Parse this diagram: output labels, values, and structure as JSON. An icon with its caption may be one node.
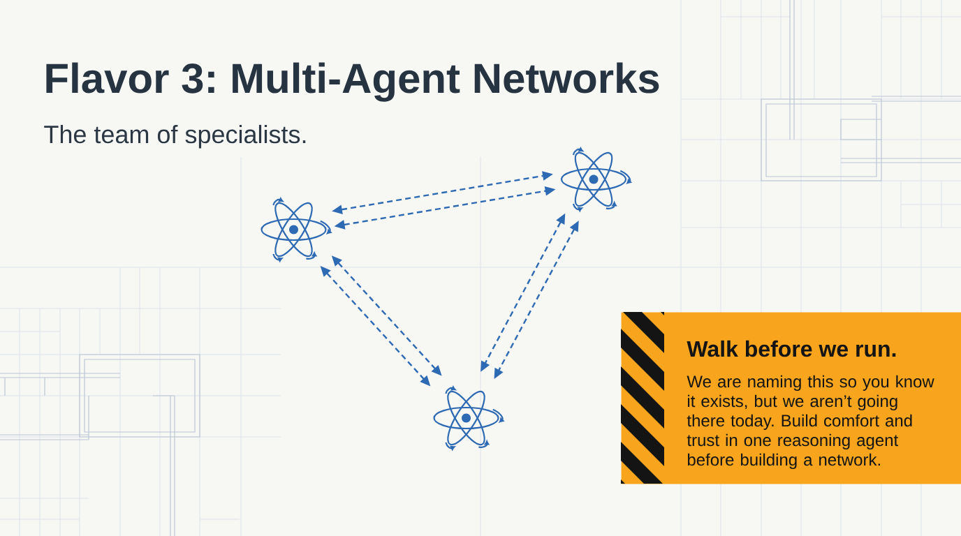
{
  "diagram": {
    "title": "Flavor 3: Multi-Agent Networks",
    "nodes": [
      {
        "text": [],
        "shape": "picture"
      },
      {
        "text": [],
        "shape": "picture"
      },
      {
        "text": [],
        "shape": "picture"
      },
      {
        "text": [
          "Walk before we run.",
          "We are naming this so you know it exists, but we aren’t going there today. Build comfort and trust in one reasoning agent before building a network."
        ]
      }
    ],
    "edges": [
      {
        "from": 0,
        "to": 1,
        "arrow": "both",
        "style": "dashed"
      },
      {
        "from": 0,
        "to": 1,
        "arrow": "both",
        "style": "dashed"
      },
      {
        "from": 0,
        "to": 2,
        "arrow": "both",
        "style": "dashed"
      },
      {
        "from": 0,
        "to": 2,
        "arrow": "both",
        "style": "dashed"
      },
      {
        "from": 1,
        "to": 2,
        "arrow": "both",
        "style": "dashed"
      },
      {
        "from": 1,
        "to": 2,
        "arrow": "both",
        "style": "dashed"
      }
    ],
    "labels": [
      "The team of specialists."
    ]
  }
}
